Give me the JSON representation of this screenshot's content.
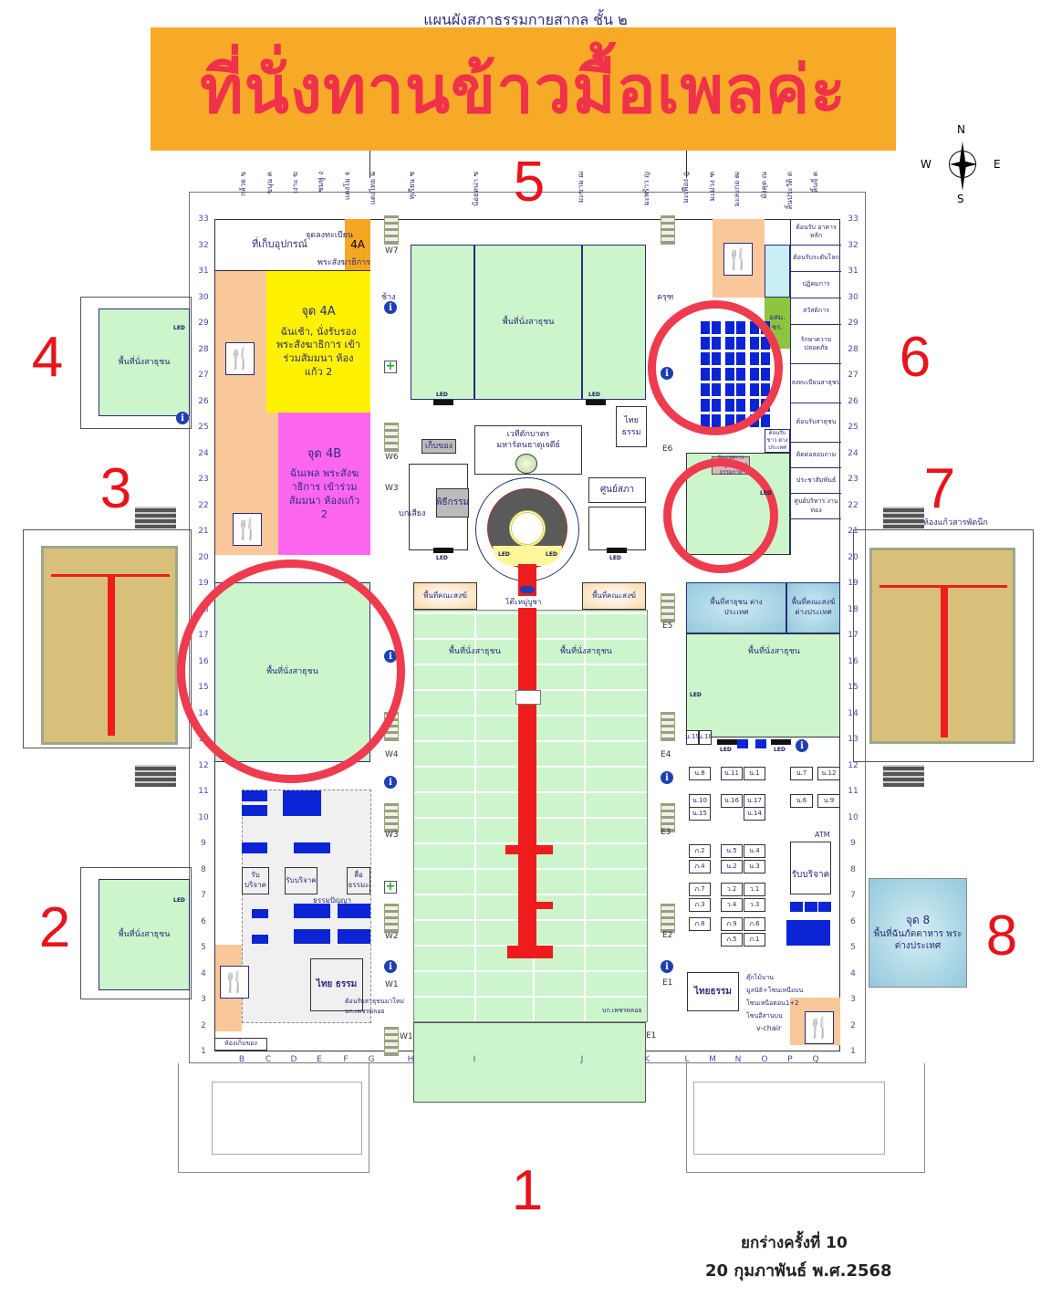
{
  "header": {
    "background_title": "แผนผังสภาธรรมกายสากล ชั้น ๒",
    "banner_text": "ที่นั่งทานข้าวมื้อเพลค่ะ",
    "banner_color": "#F7AA28",
    "banner_text_color": "#F0314A"
  },
  "compass": {
    "n": "N",
    "s": "S",
    "e": "E",
    "w": "W"
  },
  "gates": {
    "g1": "1",
    "g2": "2",
    "g3": "3",
    "g4": "4",
    "g5": "5",
    "g6": "6",
    "g7": "7",
    "g8": "8"
  },
  "grid": {
    "rows": [
      "33",
      "32",
      "31",
      "30",
      "29",
      "28",
      "27",
      "26",
      "25",
      "24",
      "23",
      "22",
      "21",
      "20",
      "19",
      "18",
      "17",
      "16",
      "15",
      "14",
      "13",
      "12",
      "11",
      "10",
      "9",
      "8",
      "7",
      "6",
      "5",
      "4",
      "3",
      "2",
      "1"
    ],
    "columns": [
      "B",
      "C",
      "D",
      "E",
      "F",
      "G",
      "H",
      "I",
      "J",
      "K",
      "L",
      "M",
      "N",
      "O",
      "P",
      "Q"
    ],
    "top_labels": [
      "กล้วย ข",
      "ขนุน ค",
      "เงาะ ฆ",
      "ชมพู่ ง",
      "แตงโม จ",
      "แตงไทย ฉ",
      "ทุเรียน ช",
      "น้อยหน่า ซ",
      "มะขาม ฌ",
      "มะพร้าว ญ",
      "มะเฟือง ฎ",
      "มะม่วง ฑ",
      "มะละกอ ฒ",
      "มังคุด ณ",
      "ลิ้นประวัติ ด",
      "ลิ้นจี่ ต"
    ]
  },
  "zones": {
    "storage": "ที่เก็บอุปกรณ์",
    "reg4a_title": "จุดลงทะเบียน",
    "reg4a_code": "4A",
    "reg4a_sub": "พระสังฆาธิการ",
    "z4a_title": "จุด 4A",
    "z4a_desc": "ฉันเช้า, นั่งรับรอง พระสังฆาธิการ เข้าร่วมสัมมนา ห้องแก้ว 2",
    "z4b_title": "จุด 4B",
    "z4b_desc": "ฉันเพล พระสังฆาธิการ เข้าร่วมสัมมนา ห้องแก้ว 2",
    "seating": "พื้นที่นั่งสาธุชน",
    "alms": "เวทีตักบาตร",
    "chedi": "มหารัตนธาตุเจดีย์",
    "thaidham": "ไทย ธรรม",
    "store_small": "เก็บของ",
    "ceremony": "พิธีกรรม",
    "announce": "บกเสียง",
    "sapha": "ศูนย์สภา",
    "committee": "พื้นที่คณะสงฆ์",
    "altar": "โต๊ะหมู่บูชา",
    "foreign_public": "พื้นที่สาธุชน ต่างประเทศ",
    "foreign_monks": "พื้นที่คณะสงฆ์ ต่างประเทศ",
    "exhibition": "นิทรรศการ หลักฐานวิชชา ธรรมกาย",
    "osm": "อสม. ชร.",
    "donation": "รับบริจาค",
    "books": "สื่อธรรมะ",
    "dhamma_wisdom": "ธรรมปัญญา",
    "lost_found": "ห้องเก็บของ",
    "guest_right": "ต้อนรับสาธุชนมาใหม่ บก.เพชรพลอย",
    "pb": "บก.เพชรพลอย",
    "jud8_title": "จุด 8",
    "jud8_desc": "พื้นที่ฉันภัตตาหาร พระต่างประเทศ",
    "kaew_room": "ห้องแก้วสารพัดนึก",
    "atm": "ATM",
    "vchair": "v-chair",
    "thaidham2": "ไทยธรรม",
    "crane": "ครุฑ",
    "elephant": "ช้าง",
    "right_admin": [
      "ต้อนรับ อาคารหลัก",
      "ต้อนรับระดับโลก",
      "ปฏิคมการ",
      "สวัสดิการ",
      "รักษาความปลอดภัย",
      "ลงทะเบียนสาธุชน",
      "ต้อนรับสาธุชน",
      "ติดต่อสอบถาม",
      "ประชาสัมพันธ์",
      "ศูนย์บริหาร งานทอง"
    ],
    "right_foreign_guest": "ต้อนรับชาว ต่างประเทศ",
    "booths": [
      "น.8",
      "น.11",
      "น.1",
      "น.10",
      "น.16",
      "น.17",
      "น.15",
      "น.14",
      "น.7",
      "น.12",
      "น.6",
      "น.9",
      "ภ.2",
      "น.5",
      "น.4",
      "ภ.4",
      "น.2",
      "น.3",
      "ภ.7",
      "ว.2",
      "ว.1",
      "ภ.3",
      "ว.4",
      "ว.3",
      "ภ.8",
      "ภ.9",
      "ภ.6",
      "ภ.5",
      "ภ.1",
      "น.19",
      "น.18"
    ],
    "right_notes": [
      "ตุ๊กไม้บาน",
      "มูลนิธิ+โซนเหนือบน",
      "โซนเหนือตอน1+2",
      "โซนอีสานบน"
    ],
    "led": "LED"
  },
  "doors": {
    "w7": "W7",
    "w6": "W6",
    "w3": "W3",
    "w4": "W4",
    "w2": "W2",
    "w1": "W1",
    "e6": "E6",
    "e5": "E5",
    "e4": "E4",
    "e3": "E3",
    "e2": "E2",
    "e1": "E1"
  },
  "footer": {
    "draft": "ยกร่างครั้งที่ 10",
    "date": "20 กุมภาพันธ์ พ.ศ.2568"
  },
  "colors": {
    "seating_green": "#CCF5CC",
    "zone_yellow": "#FFF200",
    "zone_magenta": "#FF66F0",
    "zone_peach": "#F9C79A",
    "zone_blue": "#92C9DB",
    "seat_blue": "#0B24D6",
    "circle_red": "#EF3B4E",
    "carpet_red": "#EE1C1C"
  }
}
